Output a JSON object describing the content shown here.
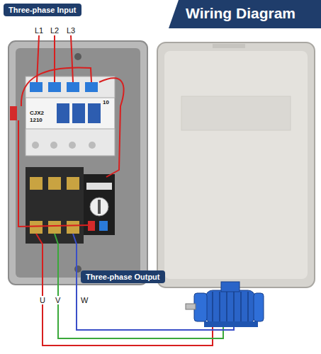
{
  "diagram": {
    "title": "Wiring Diagram",
    "nodes": [
      {
        "text": [
          "Three-phase Input"
        ]
      },
      {
        "text": [
          "Three-phase Output"
        ]
      }
    ],
    "labels": [
      "L1",
      "L2",
      "L3",
      "CJX2",
      "1210",
      "10",
      "U",
      "V",
      "W"
    ]
  }
}
